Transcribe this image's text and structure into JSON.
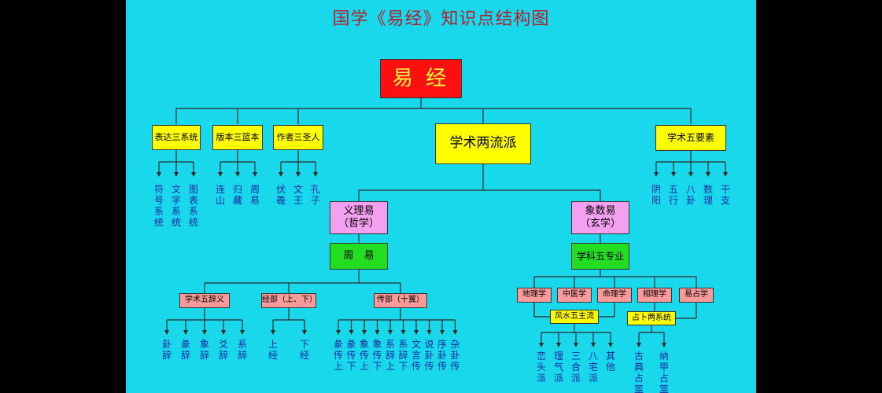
{
  "title": "国学《易经》知识点结构图",
  "colors": {
    "background": "#1ad8ec",
    "title": "#b21e2a",
    "leaf_text": "#0a2aa0",
    "line": "#2a2a2a"
  },
  "root": {
    "label": "易 经"
  },
  "level1": [
    {
      "id": "expr",
      "label": "表达三系统",
      "leaves": [
        "符号系统",
        "文字系统",
        "图表系统"
      ]
    },
    {
      "id": "ver",
      "label": "版本三篮本",
      "leaves": [
        "连山",
        "归藏",
        "周易"
      ]
    },
    {
      "id": "auth",
      "label": "作者三圣人",
      "leaves": [
        "伏羲",
        "文王",
        "孔子"
      ]
    },
    {
      "id": "schools",
      "label": "学术两流派"
    },
    {
      "id": "five",
      "label": "学术五要素",
      "leaves": [
        "阴阳",
        "五行",
        "八卦",
        "数理",
        "干支"
      ]
    }
  ],
  "yili": {
    "label": "义理易\n（哲学）",
    "sub": "周　易",
    "groups": [
      {
        "id": "g1",
        "label": "学术五辞义",
        "leaves": [
          "卦辞",
          "彖辞",
          "象辞",
          "爻辞",
          "系辞"
        ]
      },
      {
        "id": "g2",
        "label": "经部（上、下）",
        "leaves": [
          "上经",
          "下经"
        ]
      },
      {
        "id": "g3",
        "label": "传部（十翼）",
        "leaves": [
          "彖传上",
          "彖传下",
          "象传上",
          "象传下",
          "系辞上",
          "系辞下",
          "文言传",
          "说卦传",
          "序卦传",
          "杂卦传"
        ]
      }
    ]
  },
  "xiangshu": {
    "label": "象数易\n（玄学）",
    "sub": "学科五专业",
    "majors": [
      "地理学",
      "中医学",
      "命理学",
      "相理学",
      "易占学"
    ],
    "fengshui": {
      "label": "风水五主流",
      "leaves": [
        "峦头派",
        "理气派",
        "三合派",
        "八宅派",
        "其他"
      ]
    },
    "divination": {
      "label": "占卜两系统",
      "leaves": [
        "古典占筮",
        "纳甲占筮"
      ]
    }
  }
}
